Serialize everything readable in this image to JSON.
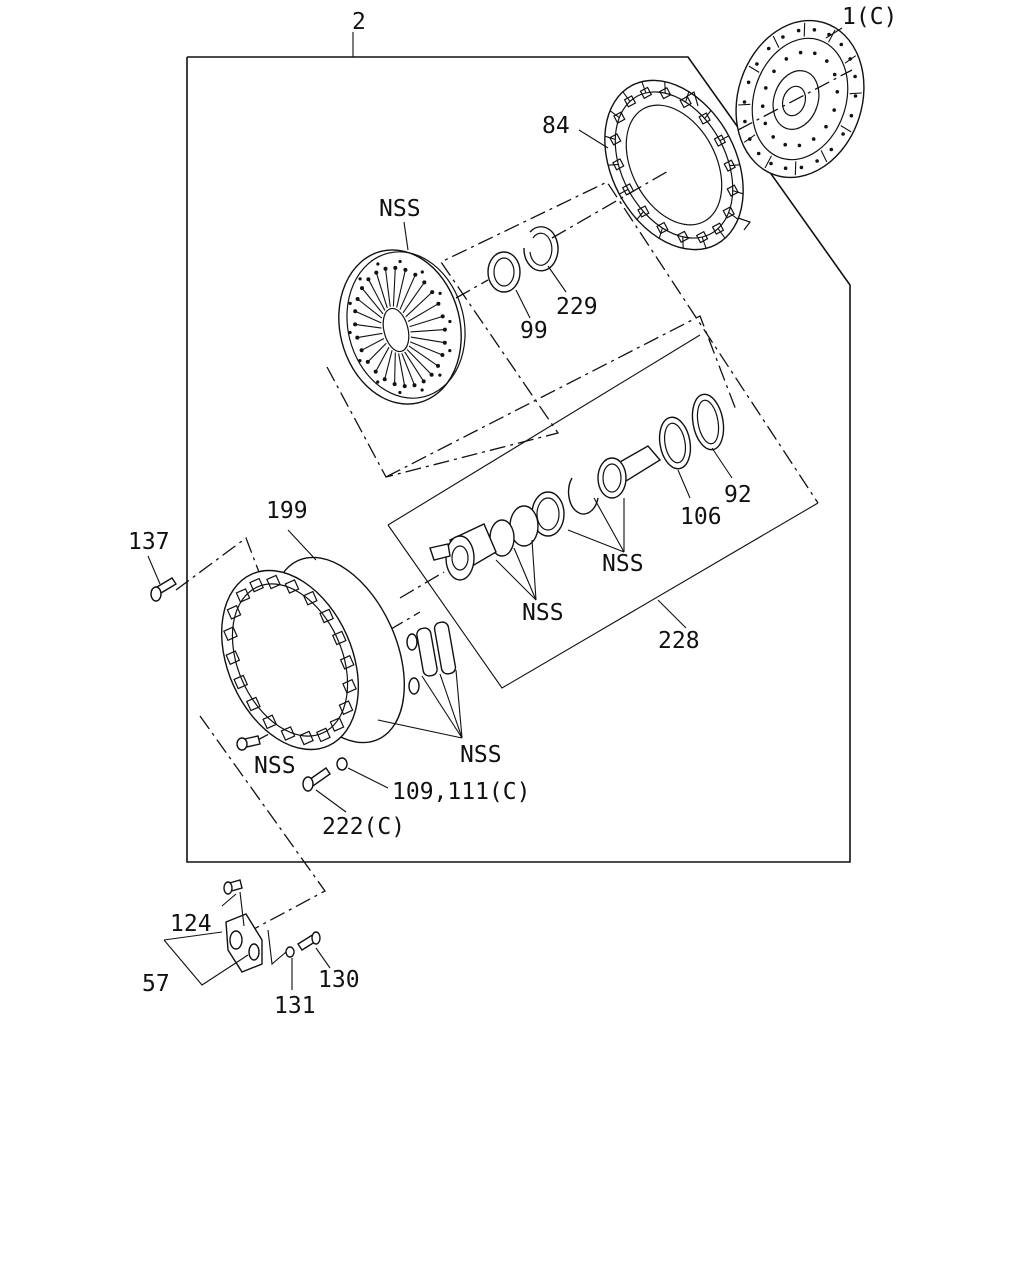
{
  "diagram": {
    "labels": {
      "assembly": "2",
      "clutch_disc": "1(C)",
      "pressure_plate": "84",
      "cover": "NSS",
      "bearing_99": "99",
      "snap_ring_229": "229",
      "shim_92": "92",
      "washer_106": "106",
      "nss_slave_upper": "NSS",
      "nss_slave_lower": "NSS",
      "slave_kit": "228",
      "housing_seal": "199",
      "bolt_137": "137",
      "nss_plates": "NSS",
      "nss_pin": "NSS",
      "washer_109_111": "109,111(C)",
      "bolt_222": "222(C)",
      "bolt_124": "124",
      "bracket_57": "57",
      "bolt_130": "130",
      "washer_131": "131"
    }
  }
}
